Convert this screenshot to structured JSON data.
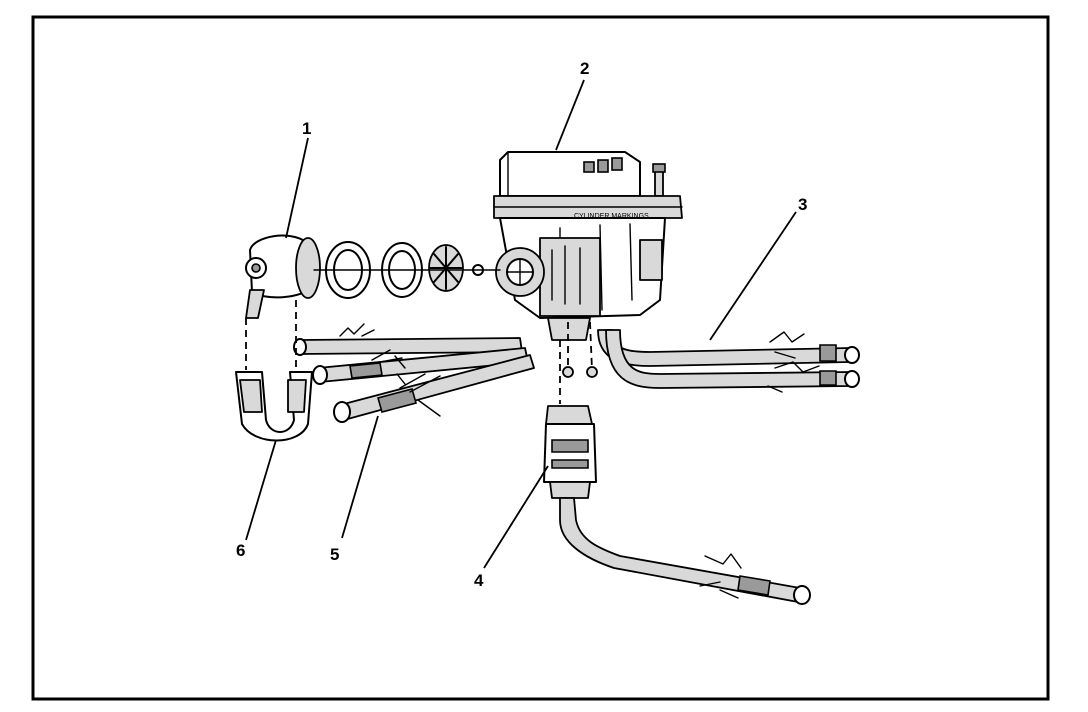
{
  "callouts": {
    "c1": "1",
    "c2": "2",
    "c3": "3",
    "c4": "4",
    "c5": "5",
    "c6": "6"
  },
  "distributor_cap_text": "CYLINDER MARKINGS"
}
